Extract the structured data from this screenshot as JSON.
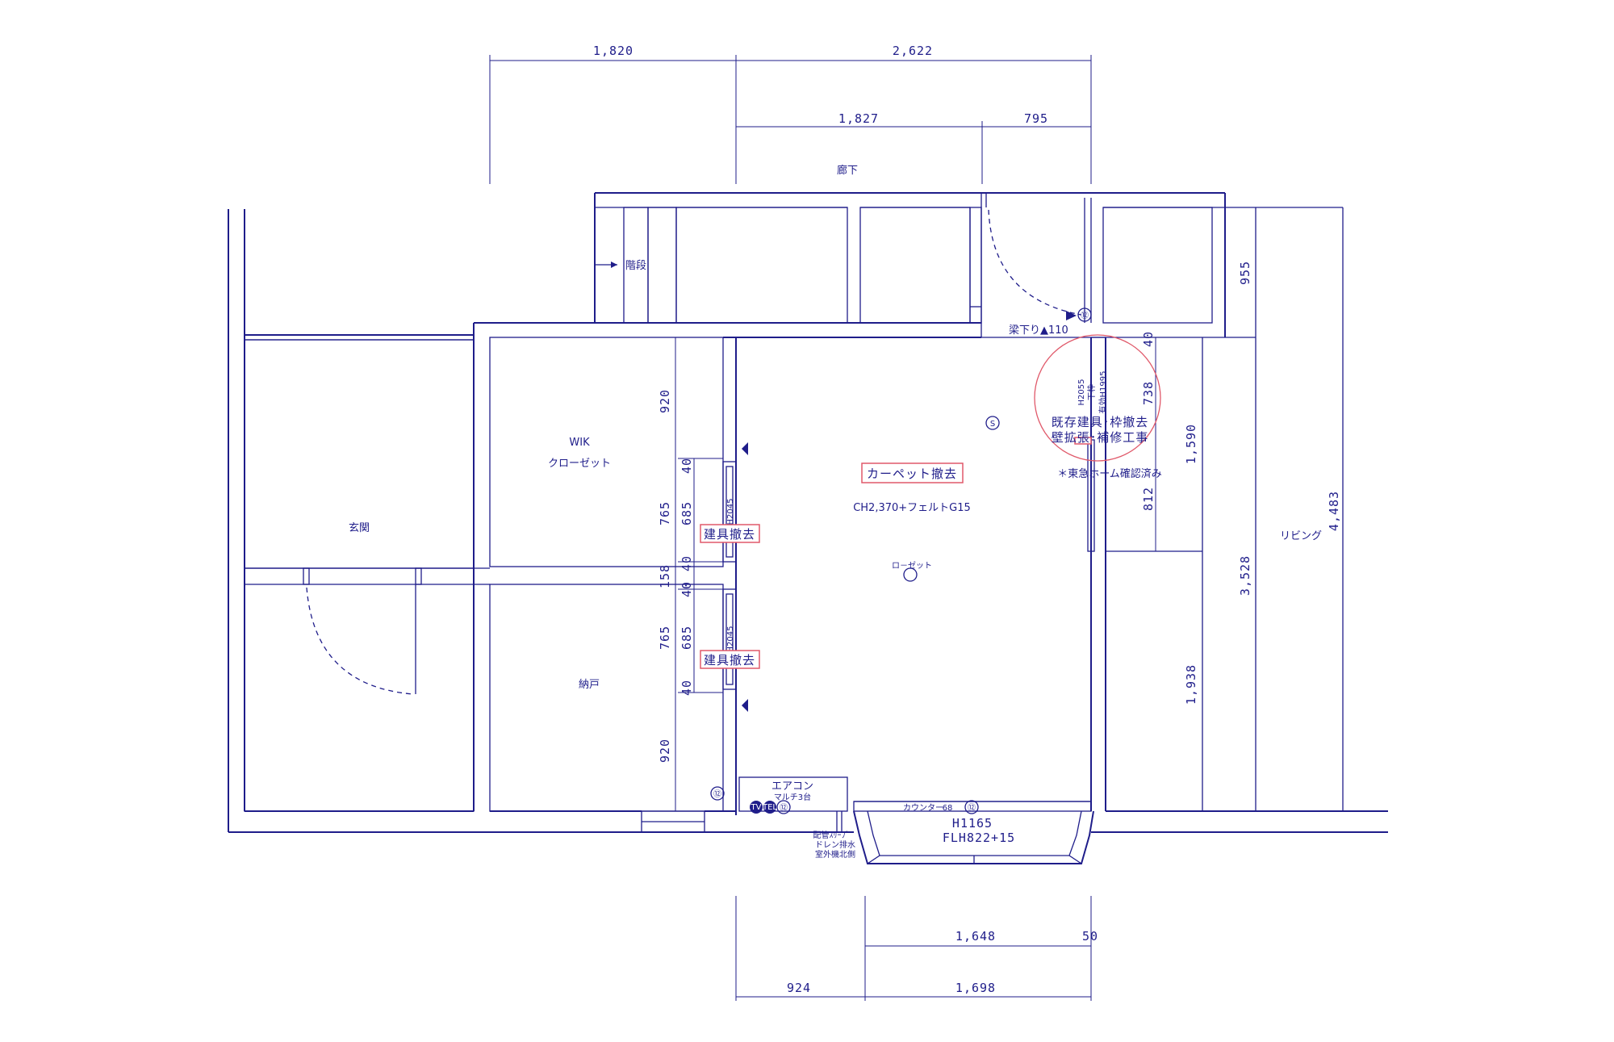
{
  "rooms": {
    "corridor": "廊下",
    "stairs": "階段",
    "entrance": "玄関",
    "wic": "WIK",
    "closet": "クローゼット",
    "storage": "納戸",
    "living": "リビング",
    "closet_small": "ロ－ゼット"
  },
  "top_dims": {
    "d1": "1,820",
    "d2": "2,622",
    "d3": "1,827",
    "d4": "795"
  },
  "bottom_dims": {
    "d1": "1,648",
    "d2": "50",
    "d3": "924",
    "d4": "1,698"
  },
  "right_dims": {
    "d1": "955",
    "d2": "4,483",
    "d3": "3,528",
    "d4": "40",
    "d5": "738",
    "d6": "1,590",
    "d7": "812",
    "d8": "1,938"
  },
  "left_dims": {
    "d1": "920",
    "d2": "765",
    "d3": "40",
    "d4": "685",
    "d5": "40",
    "d6": "158",
    "d7": "40",
    "d8": "685",
    "d9": "765",
    "d10": "40",
    "d11": "920"
  },
  "annotations": {
    "carpet_removal": "カーペット撤去",
    "ceiling": "CH2,370+フェルトG15",
    "door_removal_1": "建具撤去",
    "door_removal_2": "建具撤去",
    "h2045_1": "H2045",
    "h2045_2": "H2045",
    "existing_removal_1": "既存建具･枠撤去",
    "existing_removal_2": "壁拡張･補修工事",
    "confirmed": "＊東急ホーム確認済み",
    "beam": "梁下り▲110",
    "h2055": "H2055",
    "frame": "下枠",
    "effective": "有効H1995",
    "counter": "カウンター",
    "counter_mark": "68",
    "h1165": "H1165",
    "flh": "FLH822+15",
    "aircon": "エアコン",
    "multi": "マルチ3台",
    "piping": "配管ｽﾘｰﾌﾞ",
    "drain": "ドレン排水",
    "outdoor": "室外機北側",
    "circle_12": "⑫",
    "sensor": "S",
    "tv": "TV",
    "tel": "TEL"
  }
}
